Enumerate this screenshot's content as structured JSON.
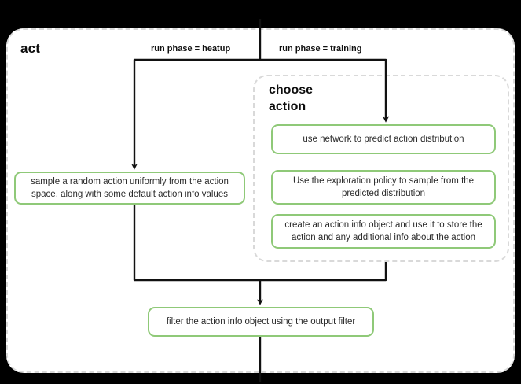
{
  "diagram": {
    "type": "flowchart",
    "background_color": "#000000",
    "canvas_color": "#ffffff",
    "node_border_color": "#8fc978",
    "group_border_color": "#d9d9d9",
    "edge_color": "#111111"
  },
  "outer_group": {
    "title": "act"
  },
  "inner_group": {
    "title": "choose\naction",
    "title_line1": "choose",
    "title_line2": "action"
  },
  "edge_labels": {
    "heatup": "run phase = heatup",
    "training": "run phase = training"
  },
  "nodes": {
    "sample": "sample a random action uniformly from the action space, along with some default action info values",
    "network": "use network to predict action distribution",
    "explore": "Use the exploration policy to sample from the predicted distribution",
    "create": "create an action info object and use it to store the action and any additional info about the action",
    "filter": "filter the action info object using the output filter"
  }
}
